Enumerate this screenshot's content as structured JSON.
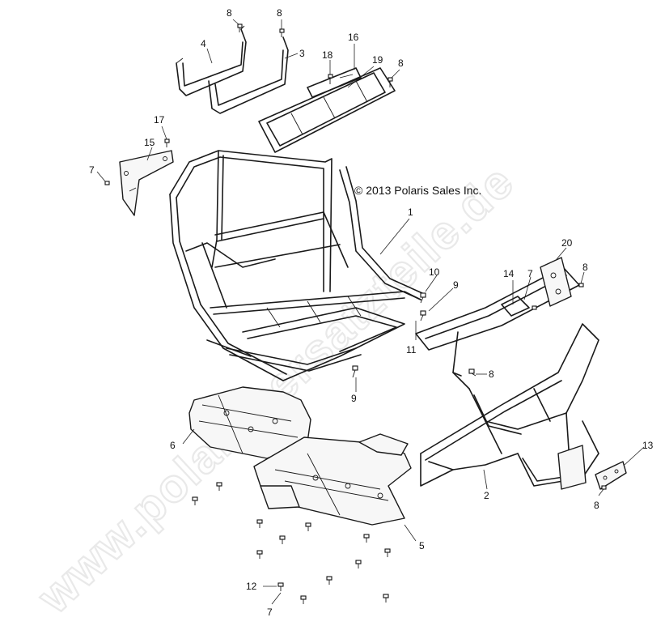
{
  "copyright": "© 2013 Polaris Sales Inc.",
  "watermark": "www.polaris-ersatzteile.de",
  "callouts": [
    {
      "id": "c8a",
      "label": "8"
    },
    {
      "id": "c8b",
      "label": "8"
    },
    {
      "id": "c4",
      "label": "4"
    },
    {
      "id": "c3",
      "label": "3"
    },
    {
      "id": "c16",
      "label": "16"
    },
    {
      "id": "c18",
      "label": "18"
    },
    {
      "id": "c19",
      "label": "19"
    },
    {
      "id": "c8c",
      "label": "8"
    },
    {
      "id": "c17",
      "label": "17"
    },
    {
      "id": "c15",
      "label": "15"
    },
    {
      "id": "c7a",
      "label": "7"
    },
    {
      "id": "c1",
      "label": "1"
    },
    {
      "id": "c10",
      "label": "10"
    },
    {
      "id": "c9a",
      "label": "9"
    },
    {
      "id": "c11",
      "label": "11"
    },
    {
      "id": "c9b",
      "label": "9"
    },
    {
      "id": "c20",
      "label": "20"
    },
    {
      "id": "c14",
      "label": "14"
    },
    {
      "id": "c7b",
      "label": "7"
    },
    {
      "id": "c8d",
      "label": "8"
    },
    {
      "id": "c8e",
      "label": "8"
    },
    {
      "id": "c6",
      "label": "6"
    },
    {
      "id": "c2",
      "label": "2"
    },
    {
      "id": "c13",
      "label": "13"
    },
    {
      "id": "c8f",
      "label": "8"
    },
    {
      "id": "c5",
      "label": "5"
    },
    {
      "id": "c12",
      "label": "12"
    },
    {
      "id": "c7c",
      "label": "7"
    }
  ]
}
